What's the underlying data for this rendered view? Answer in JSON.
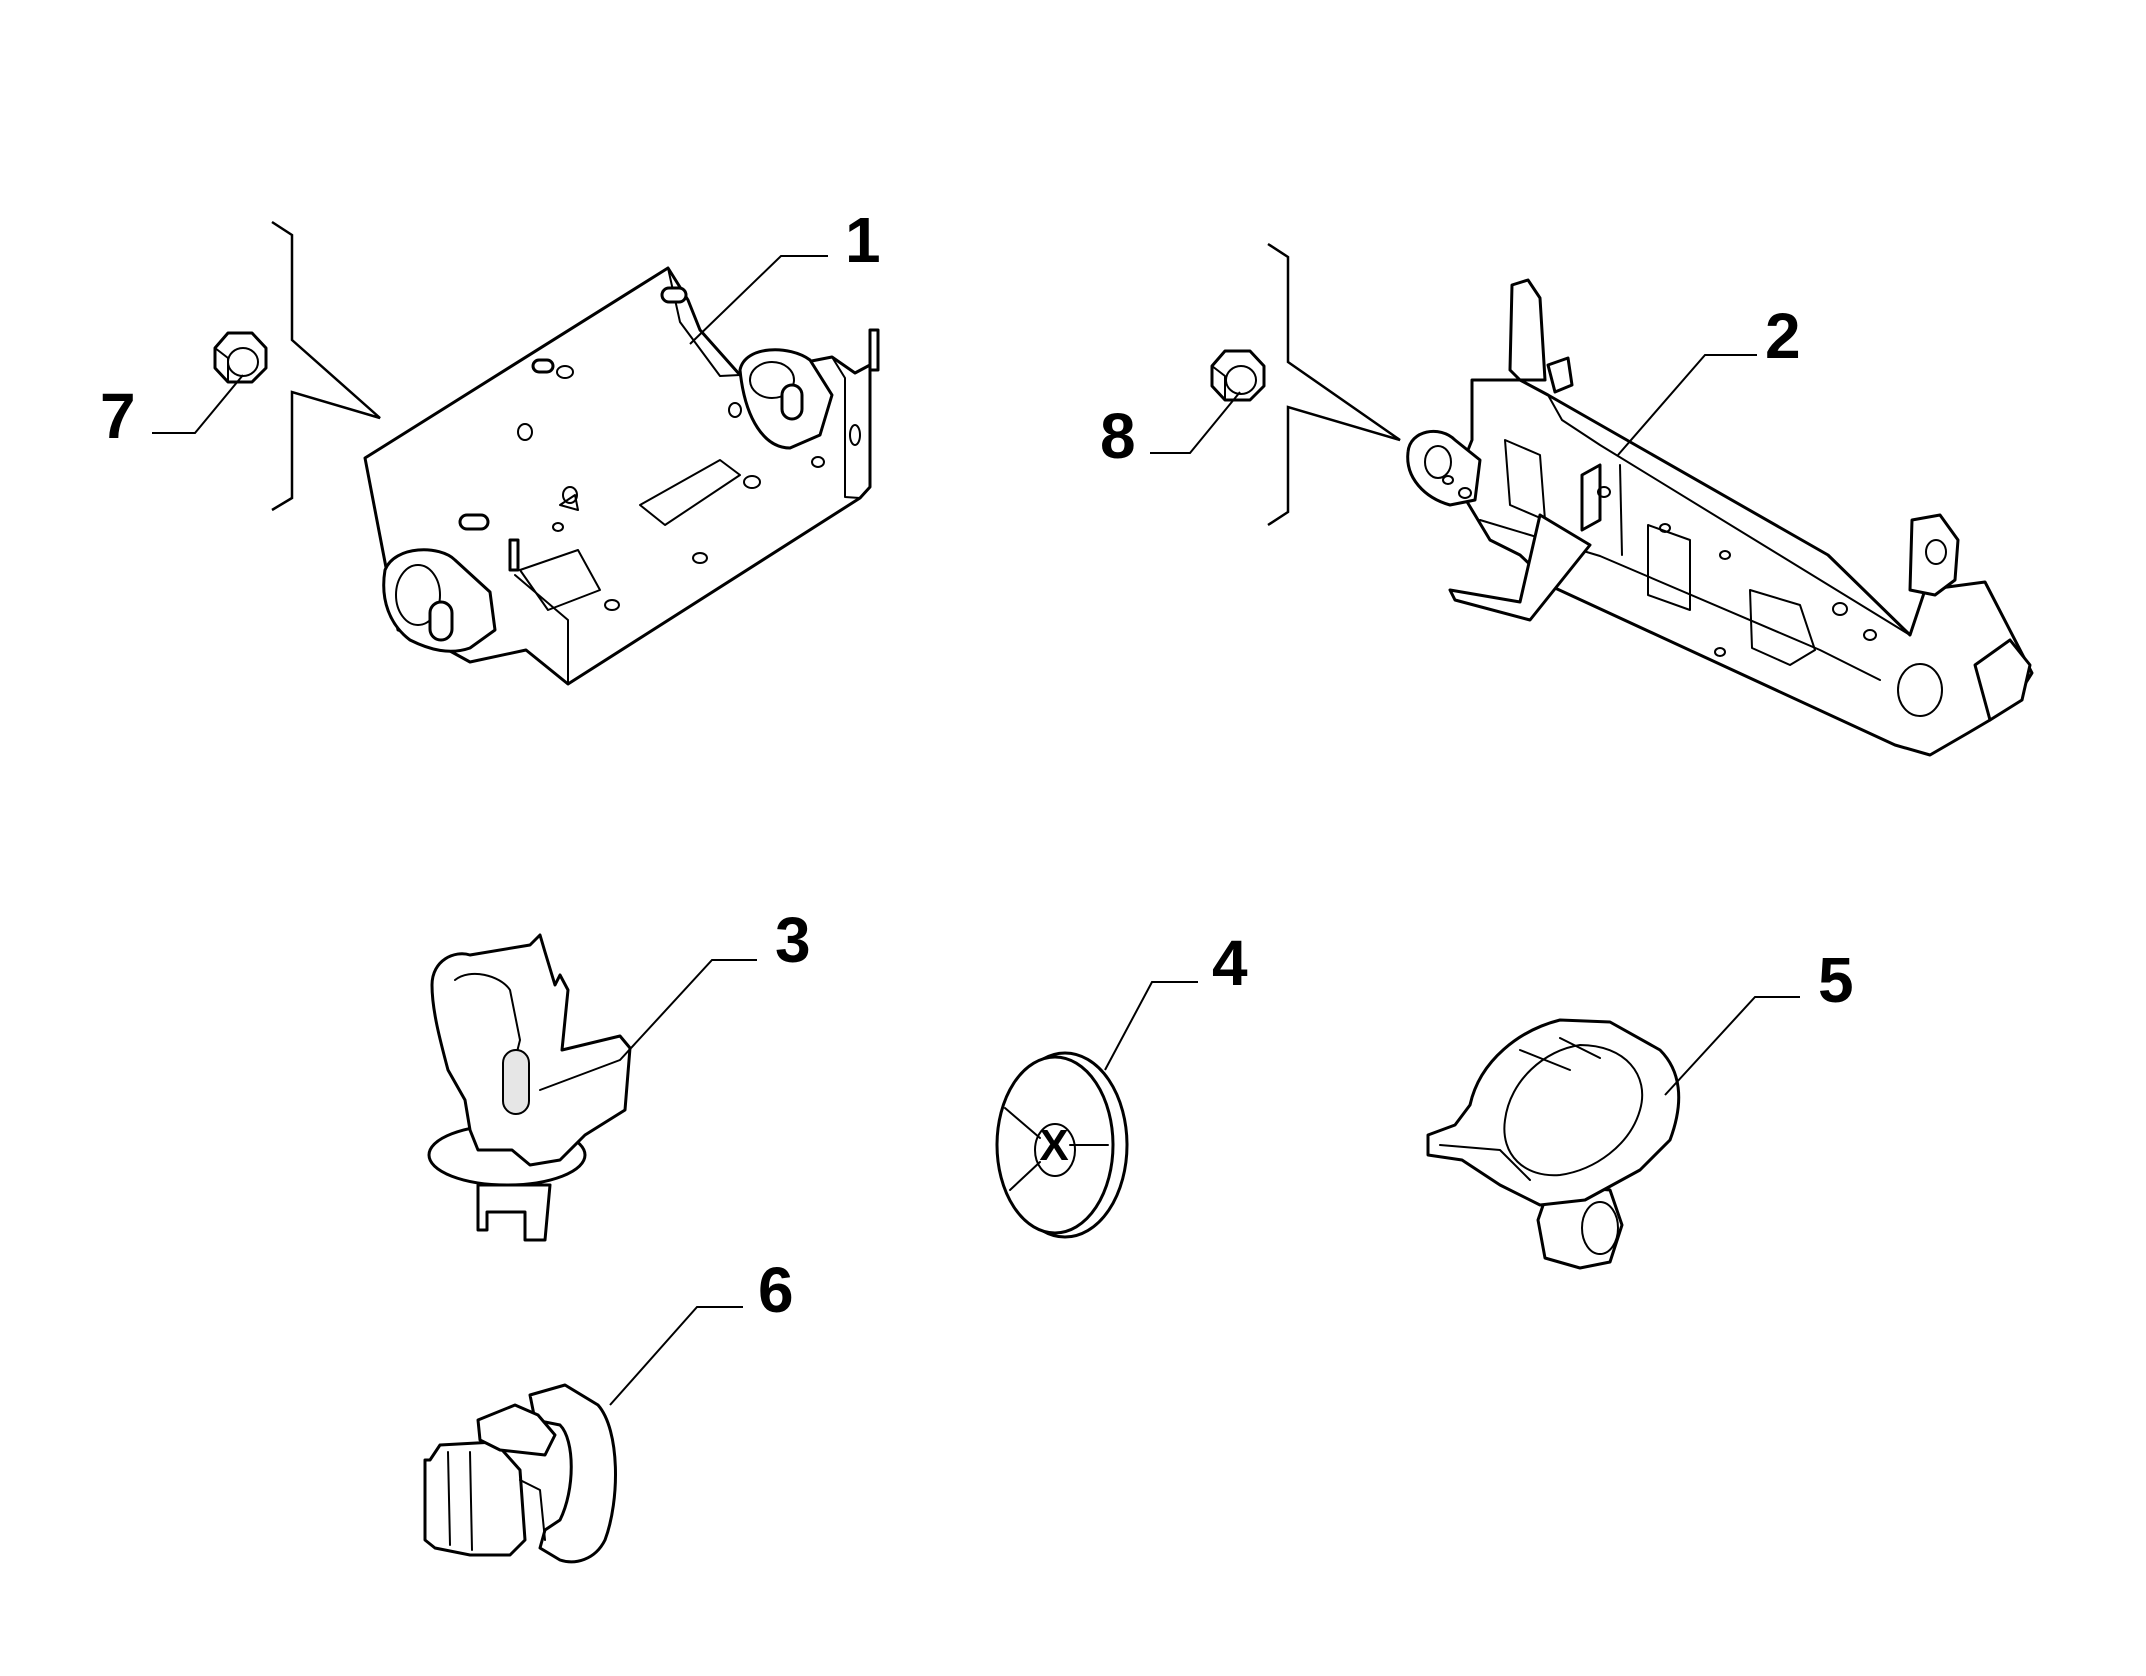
{
  "callouts": {
    "p1": "1",
    "p2": "2",
    "p3": "3",
    "p4": "4",
    "p5": "5",
    "p6": "6",
    "p7": "7",
    "p8": "8"
  },
  "marks": {
    "disc_center": "X"
  }
}
